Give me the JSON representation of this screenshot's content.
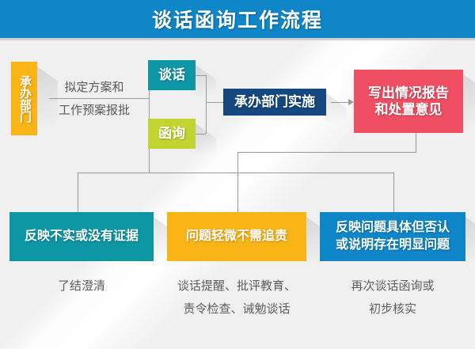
{
  "header": {
    "title": "谈话函询工作流程",
    "bar_color": "#0f86c8"
  },
  "flow": {
    "start": {
      "label": "承办部门",
      "color": "#fbb416"
    },
    "step_text": {
      "line1": "拟定方案和",
      "line2": "工作预案报批"
    },
    "branches": [
      {
        "label": "谈话",
        "color": "#0d96a3"
      },
      {
        "label": "函询",
        "color": "#c2d42f"
      }
    ],
    "implement": {
      "label": "承办部门实施",
      "color": "#15487f"
    },
    "report": {
      "line1": "写出情况报告",
      "line2": "和处置意见",
      "color": "#ef4e63"
    },
    "outcomes": [
      {
        "label": "反映不实或没有证据",
        "color": "#0d96a3",
        "caption_line1": "了结澄清",
        "caption_line2": ""
      },
      {
        "label": "问题轻微不需追责",
        "color": "#fbb416",
        "caption_line1": "谈话提醒、批评教育、",
        "caption_line2": "责令检查、诫勉谈话"
      },
      {
        "label_line1": "反映问题具体但否认",
        "label_line2": "或说明存在明显问题",
        "color": "#0f86c8",
        "caption_line1": "再次谈话函询或",
        "caption_line2": "初步核实"
      }
    ]
  }
}
